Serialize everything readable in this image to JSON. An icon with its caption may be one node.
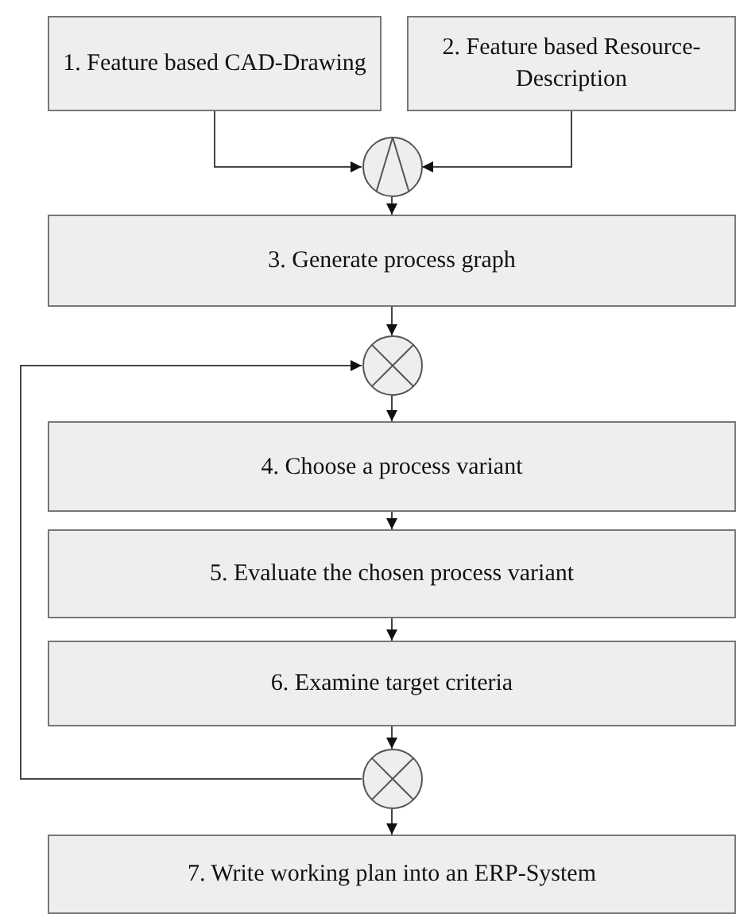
{
  "diagram": {
    "nodes": [
      {
        "text": [
          "1. Feature based CAD-Drawing"
        ]
      },
      {
        "text": [
          "2. Feature based Resource-Description"
        ]
      },
      {
        "text": [],
        "shape": "circle"
      },
      {
        "text": [
          "3. Generate process graph"
        ]
      },
      {
        "text": [],
        "shape": "circle"
      },
      {
        "text": [
          "4. Choose a process variant"
        ]
      },
      {
        "text": [
          "5. Evaluate the chosen process variant"
        ]
      },
      {
        "text": [
          "6. Examine target criteria"
        ]
      },
      {
        "text": [],
        "shape": "circle"
      },
      {
        "text": [
          "7. Write working plan into an ERP-System"
        ]
      }
    ],
    "edges": [
      {
        "from": 0,
        "to": 2,
        "arrow": "to"
      },
      {
        "from": 1,
        "to": 2,
        "arrow": "to"
      },
      {
        "from": 2,
        "to": 3,
        "arrow": "to"
      },
      {
        "from": 3,
        "to": 4,
        "arrow": "to"
      },
      {
        "from": 4,
        "to": 5,
        "arrow": "to"
      },
      {
        "from": 5,
        "to": 6,
        "arrow": "to"
      },
      {
        "from": 6,
        "to": 7,
        "arrow": "to"
      },
      {
        "from": 7,
        "to": 8,
        "arrow": "to"
      },
      {
        "from": 8,
        "to": 9,
        "arrow": "to"
      },
      {
        "from": 8,
        "to": 4,
        "arrow": "to"
      }
    ]
  }
}
